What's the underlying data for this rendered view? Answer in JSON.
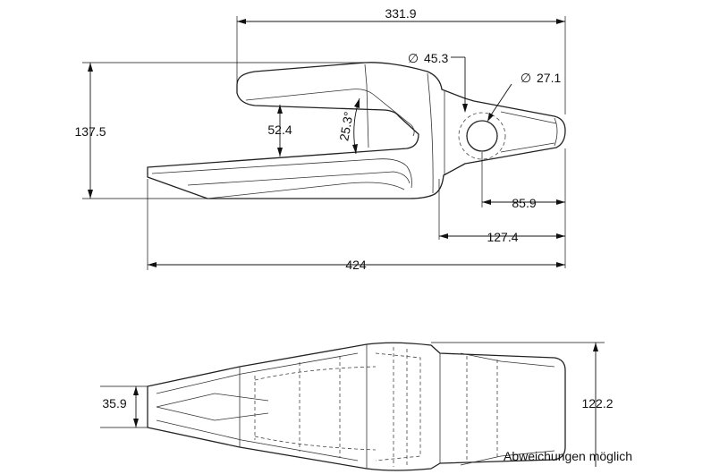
{
  "dimensions": {
    "top_width": "331.9",
    "hole_outer": "45.3",
    "hole_inner": "27.1",
    "height_total": "137.5",
    "slot_depth": "52.4",
    "angle": "25.3°",
    "hole_offset": "85.9",
    "nose_length": "127.4",
    "overall_length": "424",
    "side_width": "35.9",
    "side_height": "122.2"
  },
  "symbols": {
    "diameter": "∅"
  },
  "note": "Abweichungen möglich"
}
